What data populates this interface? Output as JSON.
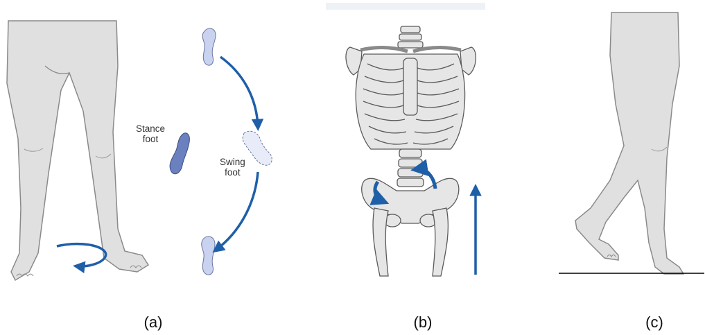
{
  "panels": [
    {
      "id": "a",
      "caption": "(a)"
    },
    {
      "id": "b",
      "caption": "(b)"
    },
    {
      "id": "c",
      "caption": "(c)"
    }
  ],
  "annotations": {
    "stance_foot": {
      "line1": "Stance",
      "line2": "foot"
    },
    "swing_foot": {
      "line1": "Swing",
      "line2": "foot"
    }
  },
  "colors": {
    "skin_fill": "#e0e0e0",
    "skin_stroke": "#8a8a8a",
    "arrow_blue": "#1f5fa8",
    "stance_foot_fill": "#6b80be",
    "swing_foot_fill": "#c9d2ee",
    "bone_fill": "#e6e6e6",
    "bone_stroke": "#5a5a5a",
    "ground_line": "#000000"
  }
}
